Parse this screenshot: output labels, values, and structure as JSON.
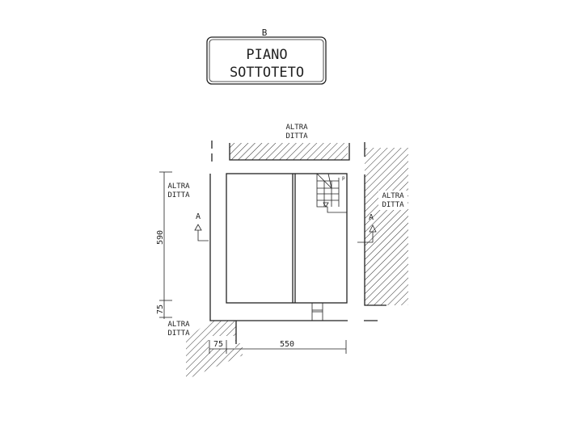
{
  "title": {
    "marker": "B",
    "line1": "PIANO",
    "line2": "SOTTOTETO"
  },
  "labels": {
    "top": [
      "ALTRA",
      "DITTA"
    ],
    "left": [
      "ALTRA",
      "DITTA"
    ],
    "right": [
      "ALTRA",
      "DITTA"
    ],
    "bottom_left": [
      "ALTRA",
      "DITTA"
    ]
  },
  "section_marks": {
    "left": "A",
    "right": "A"
  },
  "dimensions": {
    "height_main": "590",
    "height_small": "75",
    "width_small": "75",
    "width_main": "550"
  }
}
